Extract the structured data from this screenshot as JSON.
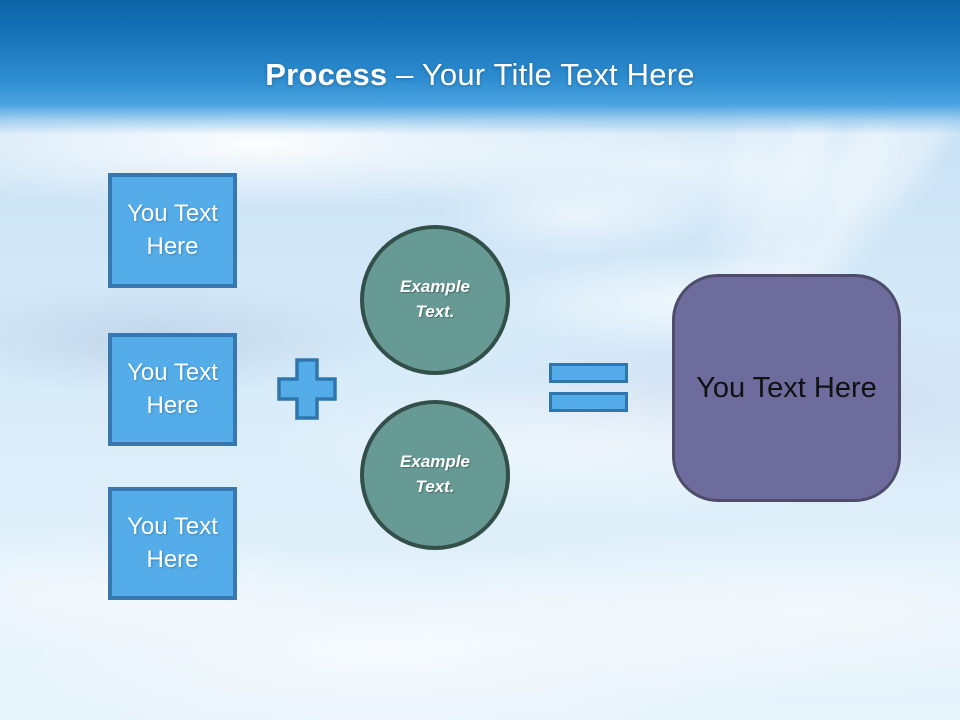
{
  "header": {
    "title_emphasis": "Process",
    "title_rest": "– Your Title Text Here"
  },
  "process": {
    "inputs": [
      {
        "label": "You Text Here"
      },
      {
        "label": "You Text Here"
      },
      {
        "label": "You Text Here"
      }
    ],
    "operators": {
      "plus": "plus-sign",
      "equals": "equals-sign"
    },
    "examples": [
      {
        "label": "Example Text."
      },
      {
        "label": "Example Text."
      }
    ],
    "result": {
      "label": "You Text Here"
    }
  },
  "colors": {
    "header_top": "#0b65a6",
    "header_mid": "#2d8ccf",
    "box_fill": "#54ade9",
    "box_border": "#3878b0",
    "circle_fill": "#679a94",
    "circle_border": "#334f49",
    "result_fill": "#6e6b9d",
    "result_border": "#4e4b6b",
    "title_color": "#ffffff",
    "result_text_color": "#111111"
  }
}
